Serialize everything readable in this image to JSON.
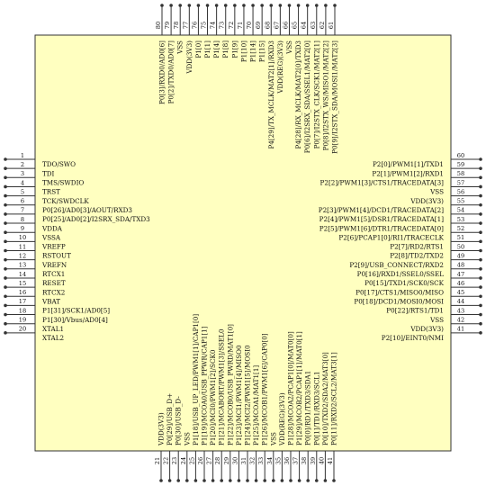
{
  "colors": {
    "body_fill": "#ffffc0",
    "line": "#333333",
    "text": "#111111"
  },
  "left_pins": [
    {
      "num": "1",
      "name": "TDO/SWO"
    },
    {
      "num": "2",
      "name": "TDI"
    },
    {
      "num": "3",
      "name": "TMS/SWDIO"
    },
    {
      "num": "4",
      "name": "TRST"
    },
    {
      "num": "5",
      "name": "TCK/SWDCLK"
    },
    {
      "num": "6",
      "name": "P0[26]/AD0[3]/AOUT/RXD3"
    },
    {
      "num": "7",
      "name": "P0[25]/AD0[2]/I2SRX_SDA/TXD3"
    },
    {
      "num": "8",
      "name": "VDDA"
    },
    {
      "num": "9",
      "name": "VSSA"
    },
    {
      "num": "10",
      "name": "VREFP"
    },
    {
      "num": "11",
      "name": "RSTOUT"
    },
    {
      "num": "12",
      "name": "VREFN"
    },
    {
      "num": "13",
      "name": "RTCX1"
    },
    {
      "num": "14",
      "name": "RESET"
    },
    {
      "num": "15",
      "name": "RTCX2"
    },
    {
      "num": "16",
      "name": "VBAT"
    },
    {
      "num": "17",
      "name": "P1[31]/SCK1/AD0[5]"
    },
    {
      "num": "18",
      "name": "P1[30]/Vbus/AD0[4]"
    },
    {
      "num": "19",
      "name": "XTAL1"
    },
    {
      "num": "20",
      "name": "XTAL2"
    }
  ],
  "bottom_pins": [
    {
      "num": "21",
      "name": "VDD(3V3)"
    },
    {
      "num": "22",
      "name": "P0[29]/USB_D+"
    },
    {
      "num": "23",
      "name": "P0[30]/USB_D-"
    },
    {
      "num": "24",
      "name": "VSS"
    },
    {
      "num": "25",
      "name": "P1[18]/USB_UP_LED/PWM1[1]/CAP1[0]"
    },
    {
      "num": "26",
      "name": "P1[19]/MCOA0/USB_PPWR/CAP1[1]"
    },
    {
      "num": "27",
      "name": "P1[20]/MCI0/PWM1[2]/SCK0"
    },
    {
      "num": "28",
      "name": "P1[21]/MCABORT/PWM1[3]/SSEL0"
    },
    {
      "num": "29",
      "name": "P1[22]/MCOB0/USB_PWRD/MAT1[0]"
    },
    {
      "num": "30",
      "name": "P1[23]/MCI1/PWM1[4]/MISO0"
    },
    {
      "num": "31",
      "name": "P1[24]/MCI2/PWM1[5]/MOSI0"
    },
    {
      "num": "32",
      "name": "P1[25]/MCOA1/MAT1[1]"
    },
    {
      "num": "33",
      "name": "P1[26]/MCOB1/PWM1[6]/CAP0[0]"
    },
    {
      "num": "34",
      "name": "VSS"
    },
    {
      "num": "35",
      "name": "VDD(REG)(3V3)"
    },
    {
      "num": "36",
      "name": "P1[28]/MCOA2/PCAP1[0]/MAT0[0]"
    },
    {
      "num": "37",
      "name": "P1[29]/MCOB2/PCAP1[1]/MAT0[1]"
    },
    {
      "num": "38",
      "name": "P0[0]/RD1/TXD3/SDA1"
    },
    {
      "num": "39",
      "name": "P0[1]/TD1/RXD3/SCL1"
    },
    {
      "num": "40",
      "name": "P0[10]/TXD2/SDA2/MAT3[0]"
    },
    {
      "num": "41",
      "name": "P0[11]/RXD2/SCL2/MAT3[1]"
    }
  ],
  "right_pins": [
    {
      "num": "60",
      "name": "P2[0]/PWM1[1]/TXD1"
    },
    {
      "num": "59",
      "name": "P2[1]/PWM1[2]/RXD1"
    },
    {
      "num": "58",
      "name": "P2[2]/PWM1[3]/CTS1/TRACEDATA[3]"
    },
    {
      "num": "57",
      "name": "VSS"
    },
    {
      "num": "56",
      "name": "VDD(3V3)"
    },
    {
      "num": "55",
      "name": "P2[3]/PWM1[4]/DCD1/TRACEDATA[2]"
    },
    {
      "num": "54",
      "name": "P2[4]/PWM1[5]/DSR1/TRACEDATA[1]"
    },
    {
      "num": "53",
      "name": "P2[5]/PWM1[6]/DTR1/TRACEDATA[0]"
    },
    {
      "num": "52",
      "name": "P2[6]/PCAP1[0]/RI1/TRACECLK"
    },
    {
      "num": "51",
      "name": "P2[7]/RD2/RTS1"
    },
    {
      "num": "50",
      "name": "P2[8]/TD2/TXD2"
    },
    {
      "num": "49",
      "name": "P2[9]/USB_CONNECT/RXD2"
    },
    {
      "num": "48",
      "name": "P0[16]/RXD1/SSEL0/SSEL"
    },
    {
      "num": "47",
      "name": "P0[15]/TXD1/SCK0/SCK"
    },
    {
      "num": "46",
      "name": "P0[17]/CTS1/MISO0/MISO"
    },
    {
      "num": "45",
      "name": "P0[18]/DCD1/MOSI0/MOSI"
    },
    {
      "num": "44",
      "name": "P0[22]/RTS1/TD1"
    },
    {
      "num": "43",
      "name": "VSS"
    },
    {
      "num": "42",
      "name": "VDD(3V3)"
    },
    {
      "num": "41",
      "name": "P2[10]/EINT0/NMI"
    }
  ],
  "top_pins": [
    {
      "num": "80",
      "name": "P0[3]/RXD0/AD0[6]"
    },
    {
      "num": "79",
      "name": "P0[2]/TXD0/AD0[7]"
    },
    {
      "num": "78",
      "name": "VSS"
    },
    {
      "num": "77",
      "name": "VDD(3V3)"
    },
    {
      "num": "76",
      "name": "P1[0]"
    },
    {
      "num": "75",
      "name": "P1[1]"
    },
    {
      "num": "74",
      "name": "P1[4]"
    },
    {
      "num": "73",
      "name": "P1[8]"
    },
    {
      "num": "72",
      "name": "P1[9]"
    },
    {
      "num": "71",
      "name": "P1[10]"
    },
    {
      "num": "70",
      "name": "P1[14]"
    },
    {
      "num": "69",
      "name": "P1[15]"
    },
    {
      "num": "68",
      "name": "P4[29]/TX_MCLK/MAT2[1]/RXD3"
    },
    {
      "num": "67",
      "name": "VDD(REG)(3V3)"
    },
    {
      "num": "66",
      "name": "VSS"
    },
    {
      "num": "65",
      "name": "P4[28]/RX_MCLK/MAT2[0]/TXD3"
    },
    {
      "num": "64",
      "name": "P0[6]/I2SRX_SDA/SSEL1/MAT2[0]"
    },
    {
      "num": "63",
      "name": "P0[7]/I2STX_CLK/SCK1/MAT2[1]"
    },
    {
      "num": "62",
      "name": "P0[8]/I2STX_WS/MISO1/MAT2[2]"
    },
    {
      "num": "61",
      "name": "P0[9]/I2STX_SDA/MOSI1/MAT2[3]"
    }
  ]
}
